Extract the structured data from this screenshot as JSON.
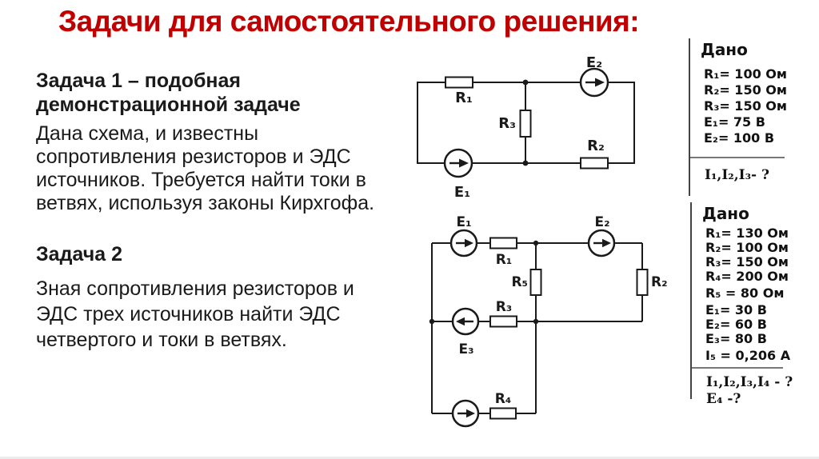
{
  "slide": {
    "title": "Задачи для самостоятельного решения:",
    "title_color": "#c00000"
  },
  "task1": {
    "heading_lines": [
      "Задача 1 – подобная",
      "демонстрационной задаче"
    ],
    "body_lines": [
      "Дана схема, и известны",
      "сопротивления резисторов и ЭДС",
      "источников. Требуется найти токи в",
      "ветвях, используя законы Кирхгофа."
    ]
  },
  "task2": {
    "heading": "Задача 2",
    "body_lines": [
      "Зная сопротивления резисторов и",
      "ЭДС трех источников найти ЭДС",
      "четвертого и токи в ветвях."
    ]
  },
  "circuit1": {
    "labels": {
      "r1": "R₁",
      "r2": "R₂",
      "r3": "R₃",
      "e1": "E₁",
      "e2": "E₂"
    }
  },
  "circuit2": {
    "labels": {
      "r1": "R₁",
      "r2": "R₂",
      "r3": "R₃",
      "r4": "R₄",
      "r5": "R₅",
      "e1": "E₁",
      "e2": "E₂",
      "e3": "E₃"
    }
  },
  "given1": {
    "heading": "Дано",
    "items": [
      "R₁= 100 Ом",
      "R₂= 150 Ом",
      "R₃= 150 Ом",
      "E₁= 75 В",
      "E₂= 100 В"
    ],
    "find_lines": [
      "I₁,I₂,I₃- ?"
    ]
  },
  "given2": {
    "heading": "Дано",
    "items": [
      "R₁= 130 Ом",
      "R₂= 100 Ом",
      "R₃= 150 Ом",
      "R₄= 200 Ом",
      "R₅ = 80 Ом",
      "E₁= 30 В",
      "E₂= 60 В",
      "E₃= 80 В",
      "I₅ = 0,206 А"
    ],
    "find_lines": [
      "I₁,I₂,I₃,I₄ - ?",
      "E₄ -?"
    ]
  }
}
